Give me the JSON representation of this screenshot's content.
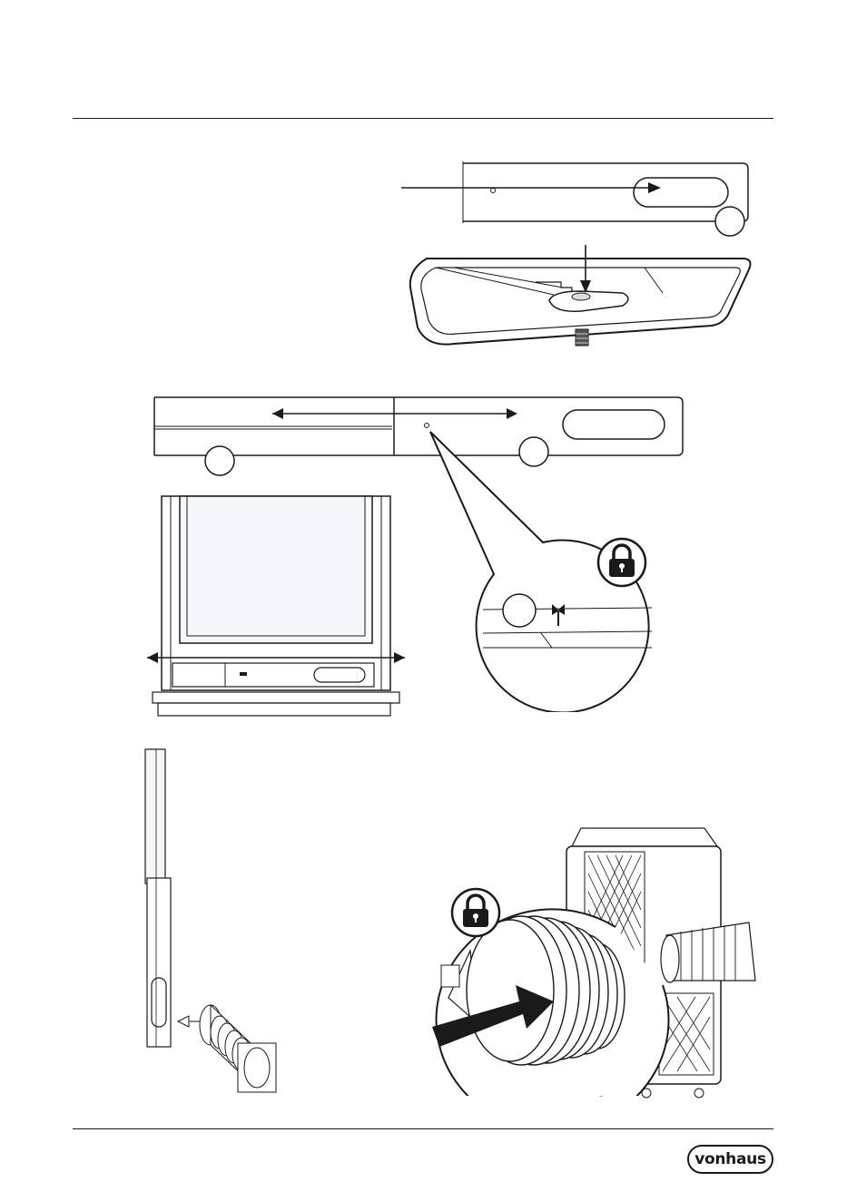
{
  "header": {
    "rule": true
  },
  "footer": {
    "brand": "vonhaus"
  },
  "figures": {
    "slider_panel": {
      "icon": "slot-panel"
    },
    "bracket": {
      "icon": "bracket-with-nut"
    },
    "extended_panel": {
      "icon": "sliding-window-panel"
    },
    "window": {
      "icon": "window-with-panel"
    },
    "lock_detail": {
      "icon": "lock-icon"
    },
    "vertical_kit": {
      "icon": "vertical-window-kit"
    },
    "unit": {
      "icon": "air-conditioner-unit"
    },
    "hose_lock": {
      "icon": "lock-icon"
    }
  }
}
